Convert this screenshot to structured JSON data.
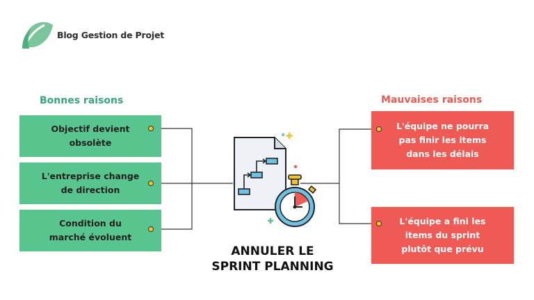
{
  "brand": {
    "name": "Blog Gestion de Projet",
    "color": "#3aa57a"
  },
  "diagram": {
    "title_line1": "ANNULER LE",
    "title_line2": "SPRINT PLANNING",
    "good": {
      "heading": "Bonnes raisons",
      "color": "#58c48e",
      "items": [
        {
          "line1": "Objectif devient",
          "line2": "obsolète"
        },
        {
          "line1": "L'entreprise change",
          "line2": "de direction"
        },
        {
          "line1": "Condition du",
          "line2": "marché évoluent"
        }
      ]
    },
    "bad": {
      "heading": "Mauvaises raisons",
      "color": "#ef5a55",
      "items": [
        {
          "line1": "L'équipe ne pourra",
          "line2": "pas finir les items",
          "line3": "dans les délais"
        },
        {
          "line1": "L'équipe a fini les",
          "line2": "items du sprint",
          "line3": "plutôt que prévu"
        }
      ]
    },
    "illustration": "document-with-flowchart-and-stopwatch-icon"
  }
}
